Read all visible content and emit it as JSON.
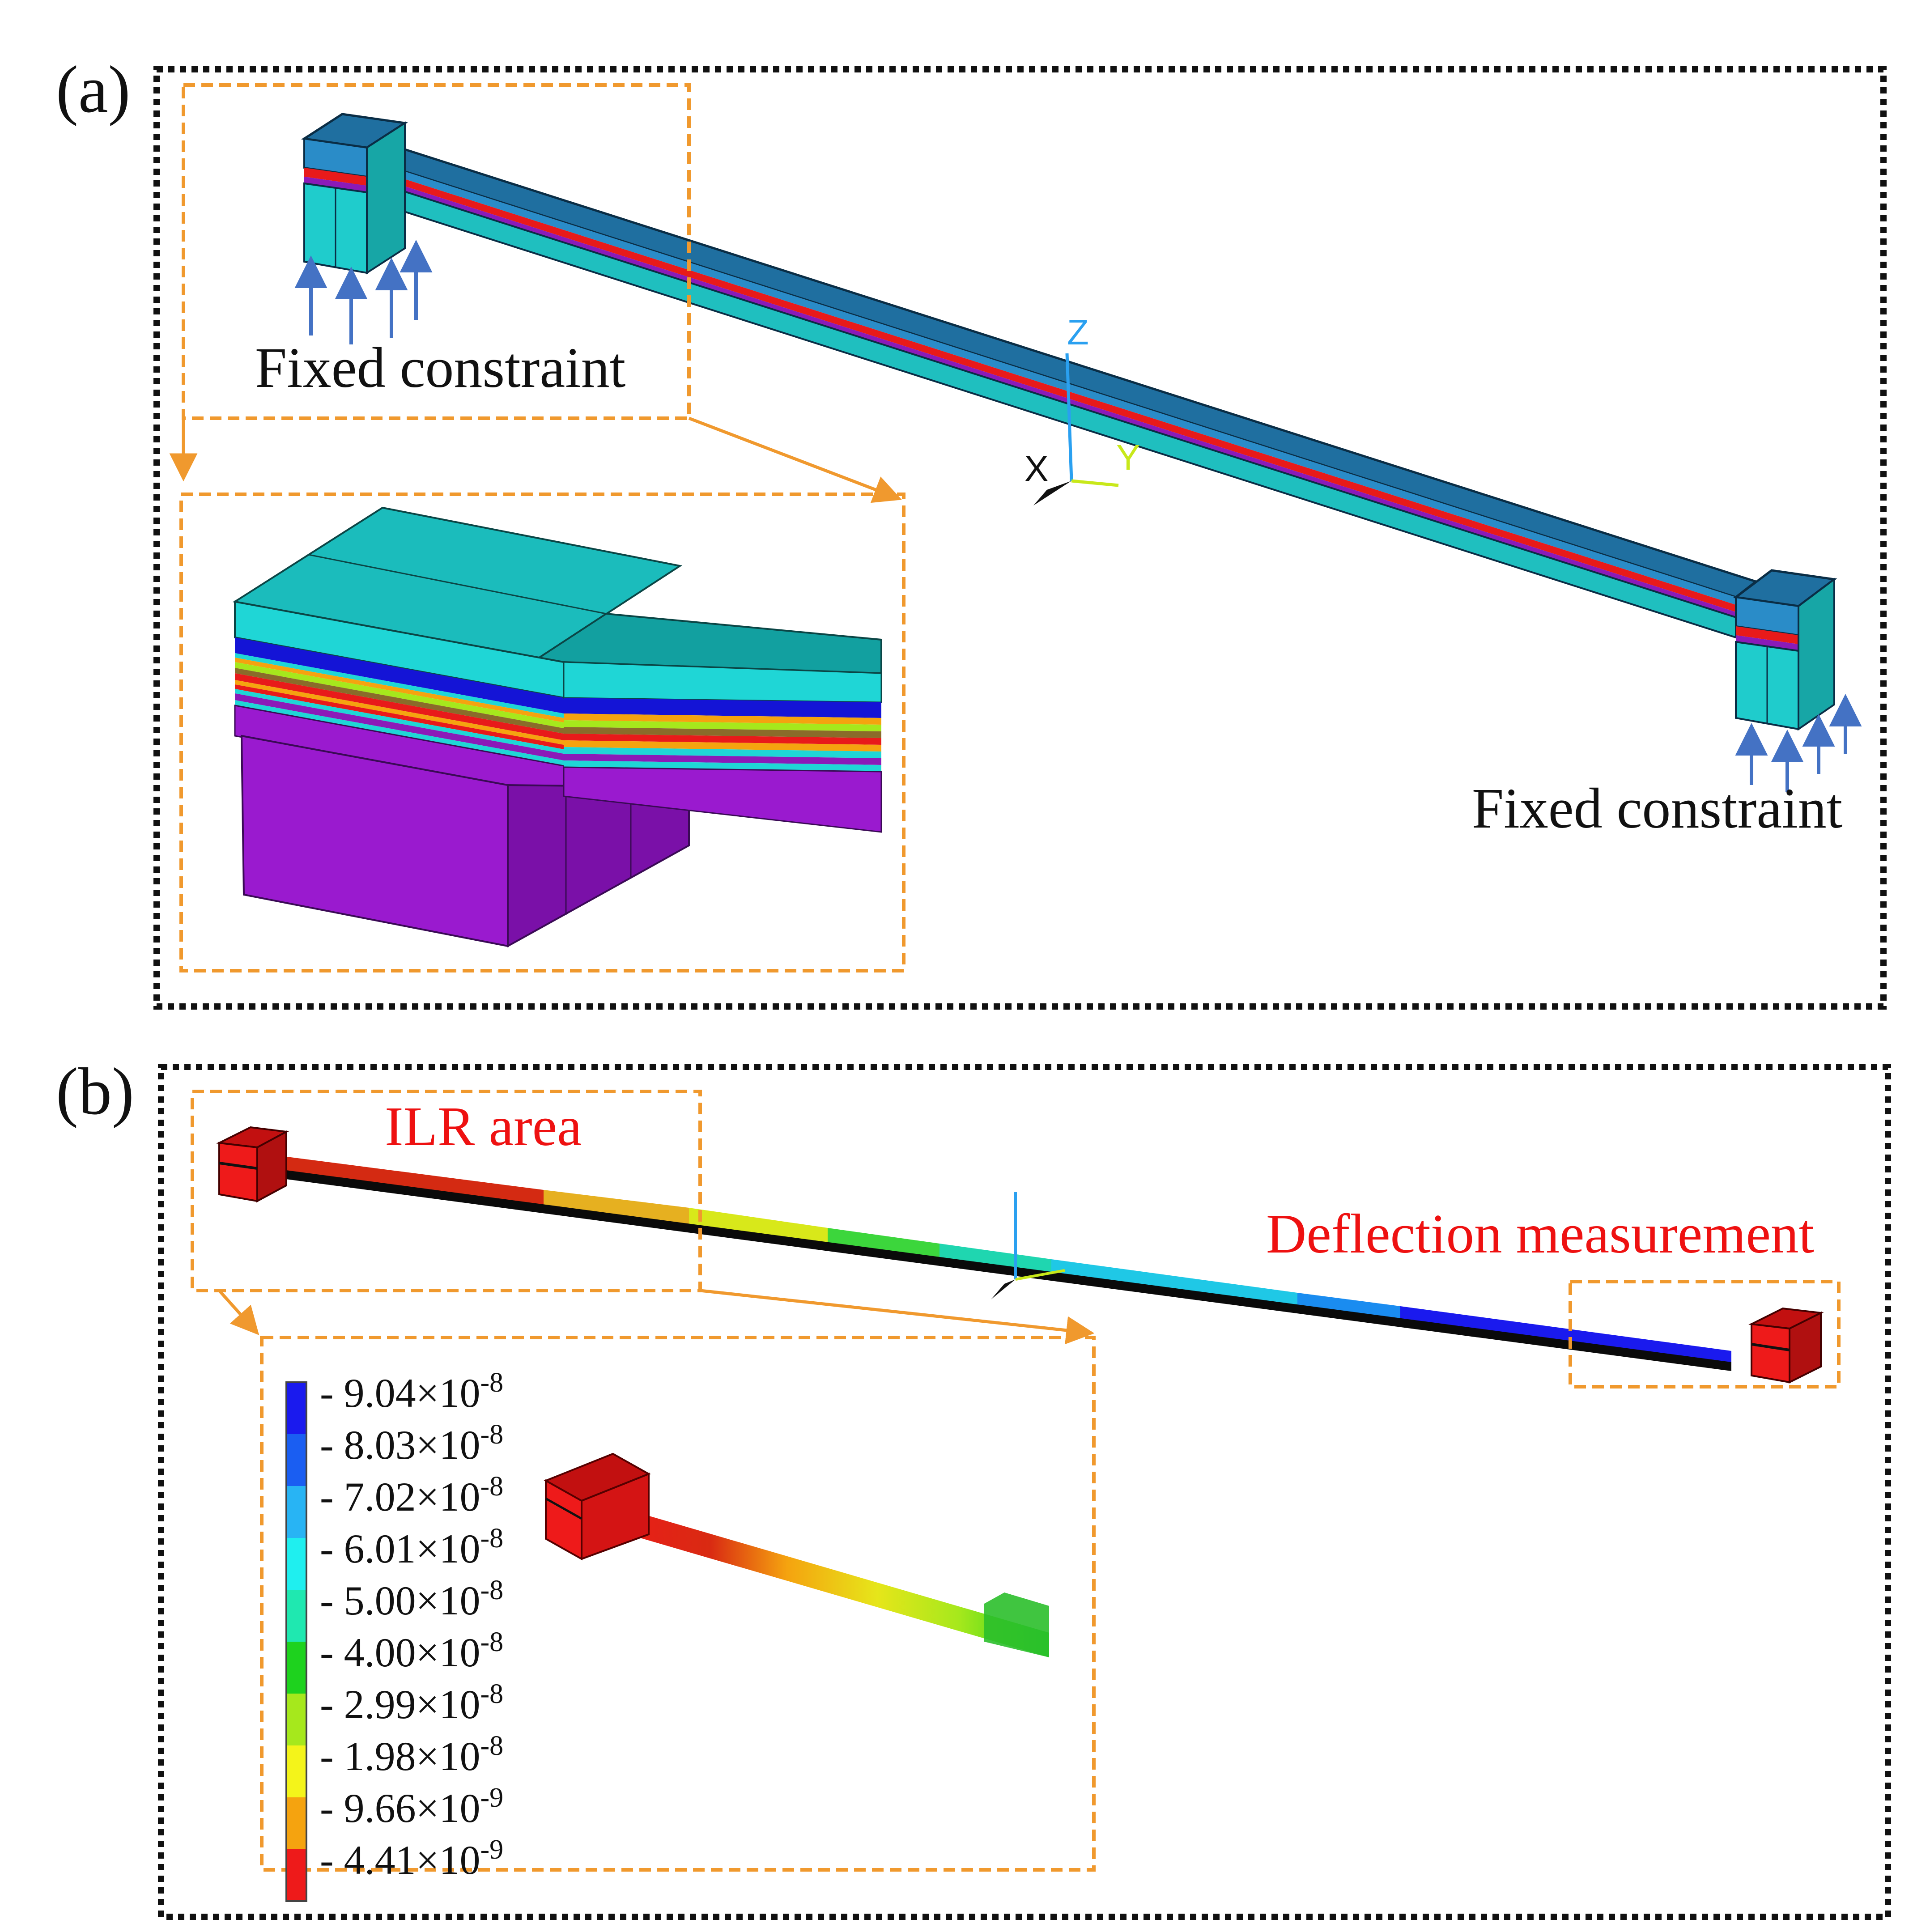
{
  "panel_a": {
    "label": "(a)",
    "left_constraint_label": "Fixed constraint",
    "right_constraint_label": "Fixed constraint",
    "axis_labels": {
      "z": "Z",
      "x": "X",
      "y": "Y"
    }
  },
  "panel_b": {
    "label": "(b)",
    "ilr_label": "ILR area",
    "deflection_label": "Deflection measurement",
    "legend": {
      "values": [
        {
          "mantissa": "9.04",
          "exponent": "-8",
          "color": "#1a1aee"
        },
        {
          "mantissa": "8.03",
          "exponent": "-8",
          "color": "#1a5ef2"
        },
        {
          "mantissa": "7.02",
          "exponent": "-8",
          "color": "#28b4f4"
        },
        {
          "mantissa": "6.01",
          "exponent": "-8",
          "color": "#1fefef"
        },
        {
          "mantissa": "5.00",
          "exponent": "-8",
          "color": "#1fe8b0"
        },
        {
          "mantissa": "4.00",
          "exponent": "-8",
          "color": "#1ed21e"
        },
        {
          "mantissa": "2.99",
          "exponent": "-8",
          "color": "#a6e81c"
        },
        {
          "mantissa": "1.98",
          "exponent": "-8",
          "color": "#f4f41a"
        },
        {
          "mantissa": "9.66",
          "exponent": "-9",
          "color": "#f5a30f"
        },
        {
          "mantissa": "4.41",
          "exponent": "-9",
          "color": "#ee1a1a"
        }
      ]
    }
  },
  "colors": {
    "dash_orange": "#f0992e",
    "border_black": "#111111",
    "arrow_blue": "#4472c4",
    "label_red": "#ee1111"
  }
}
